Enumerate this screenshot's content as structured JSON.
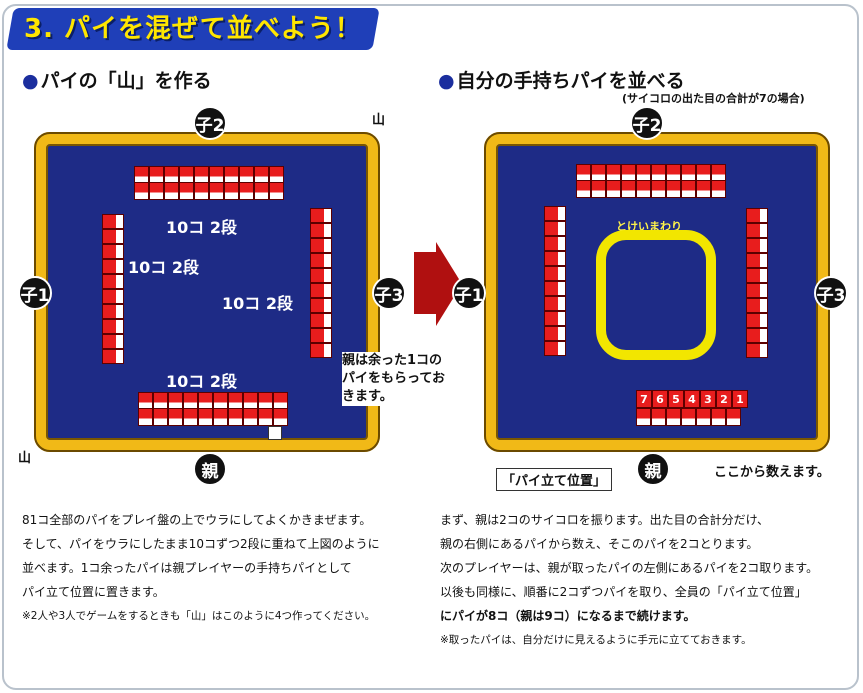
{
  "title": "3. パイを混ぜて並べよう！",
  "left": {
    "heading": "パイの「山」を作る",
    "seat_top": "子2",
    "seat_left": "子1",
    "seat_right": "子3",
    "seat_bottom": "親",
    "stack_label": "10コ 2段",
    "yama_label": "山",
    "leftover_note": "親は余った1コのパイをもらっておきます。"
  },
  "right": {
    "heading": "自分の手持ちパイを並べる",
    "subnote": "(サイコロの出た目の合計が7の場合)",
    "seat_top": "子2",
    "seat_left": "子1",
    "seat_right": "子3",
    "seat_bottom": "親",
    "clockwise": "とけいまわり",
    "tile_numbers": [
      "7",
      "6",
      "5",
      "4",
      "3",
      "2",
      "1"
    ],
    "callout_position": "「パイ立て位置」",
    "count_from": "ここから数えます。"
  },
  "text_left": [
    "81コ全部のパイをプレイ盤の上でウラにしてよくかきまぜます。",
    "そして、パイをウラにしたまま10コずつ2段に重ねて上図のように",
    "並べます。1コ余ったパイは親プレイヤーの手持ちパイとして",
    "パイ立て位置に置きます。",
    "※2人や3人でゲームをするときも「山」はこのように4つ作ってください。"
  ],
  "text_right": [
    "まず、親は2コのサイコロを振ります。出た目の合計分だけ、",
    "親の右側にあるパイから数え、そこのパイを2コとります。",
    "次のプレイヤーは、親が取ったパイの左側にあるパイを2コ取ります。",
    "以後も同様に、順番に2コずつパイを取り、全員の「パイ立て位置」",
    "にパイが8コ（親は9コ）になるまで続けます。",
    "※取ったパイは、自分だけに見えるように手元に立てておきます。"
  ]
}
